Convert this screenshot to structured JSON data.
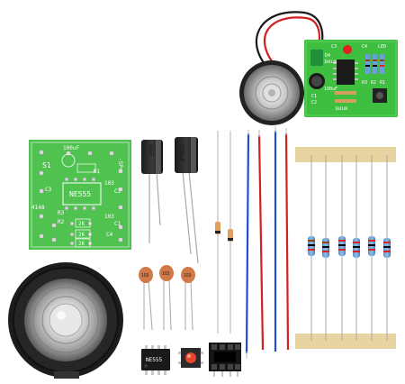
{
  "image": {
    "kind": "product photo",
    "subject": "NE555 electronic buzzer DIY kit components",
    "background_color": "#ffffff"
  },
  "assembled_module": {
    "board_color": "#3fbf3f",
    "labels": [
      "C3",
      "C4",
      "LED",
      "D4",
      "IN4148",
      "R3",
      "R2",
      "R1",
      "100uF",
      "C1",
      "C2",
      "IN4148"
    ]
  },
  "bare_pcb": {
    "board_color": "#4fc24f",
    "labels": [
      "100uF",
      "S1",
      "-SP+",
      "NE555",
      "103",
      "C2",
      "103",
      "C1",
      "C3",
      "R1",
      "R2",
      "R3",
      "4148",
      "2K",
      "2K",
      "2K",
      "C4"
    ]
  },
  "capacitors": {
    "electrolytic_labels": [
      "10uF",
      "100uF"
    ],
    "ceramic_labels": [
      "103",
      "103",
      "103"
    ]
  },
  "resistor_count": 6,
  "wire_colors": [
    "#1f4fd1",
    "#d42020",
    "#1f4fd1",
    "#d42020"
  ],
  "speaker_color": "#1c1c1c",
  "ic_label": "NE555",
  "button_color": "#e8452c"
}
